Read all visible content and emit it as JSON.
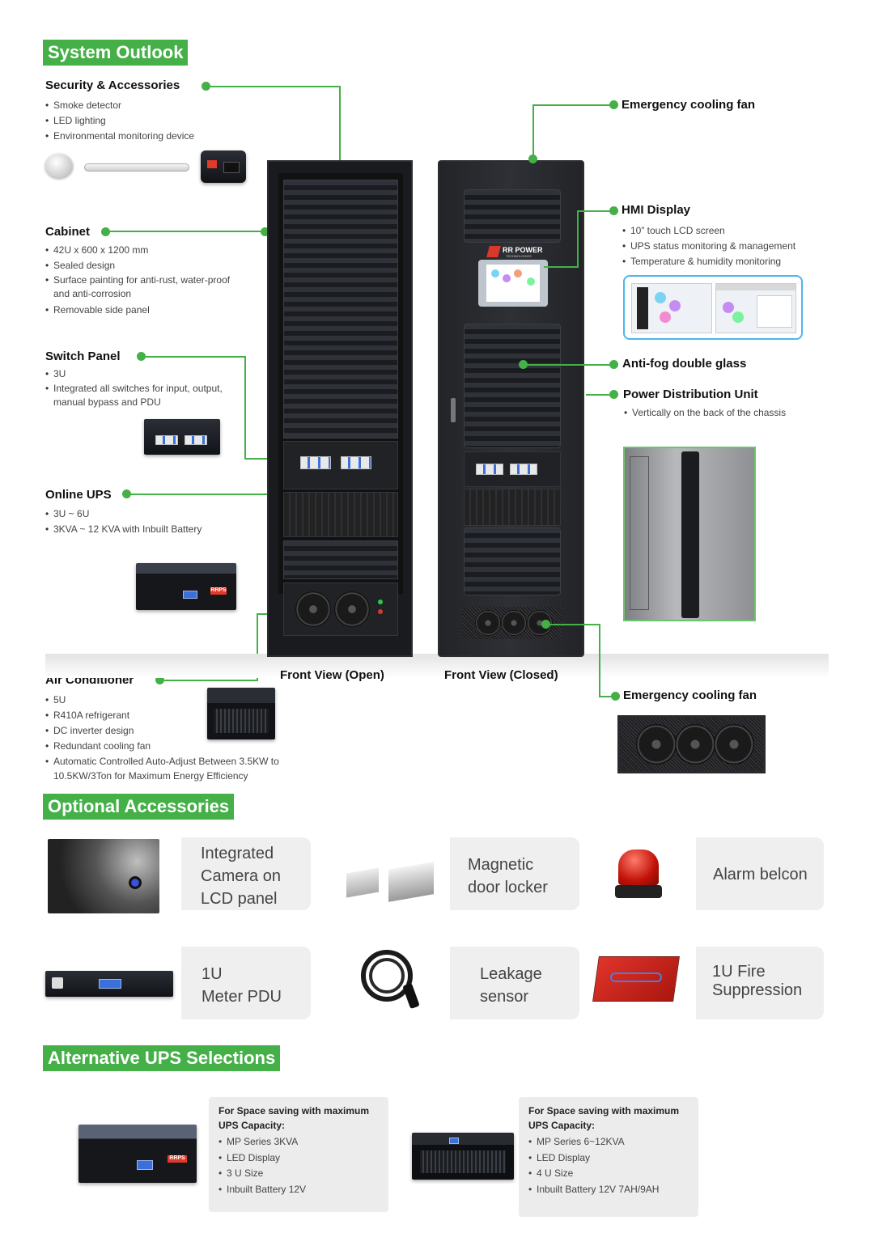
{
  "sections": {
    "system_outlook": "System Outlook",
    "optional_accessories": "Optional Accessories",
    "alternative_ups": "Alternative UPS Selections"
  },
  "security": {
    "title": "Security & Accessories",
    "items": [
      "Smoke detector",
      "LED lighting",
      "Environmental monitoring device"
    ]
  },
  "cabinet": {
    "title": "Cabinet",
    "items": [
      "42U x 600 x 1200 mm",
      "Sealed design",
      "Surface painting for anti-rust, water-proof and anti-corrosion",
      "Removable side panel"
    ]
  },
  "switch_panel": {
    "title": "Switch Panel",
    "items": [
      "3U",
      "Integrated all switches for input, output, manual bypass and PDU"
    ]
  },
  "online_ups": {
    "title": "Online UPS",
    "items": [
      "3U ~ 6U",
      "3KVA ~ 12 KVA with Inbuilt Battery"
    ]
  },
  "air_conditioner": {
    "title": "Air Conditioner",
    "items": [
      "5U",
      "R410A refrigerant",
      "DC inverter design",
      "Redundant cooling fan",
      "Automatic Controlled Auto-Adjust Between 3.5KW to 10.5KW/3Ton for Maximum Energy Efficiency"
    ]
  },
  "emergency_fan_top": {
    "title": "Emergency cooling fan"
  },
  "hmi": {
    "title": "HMI Display",
    "items": [
      "10” touch LCD screen",
      "UPS status monitoring & management",
      "Temperature & humidity monitoring"
    ]
  },
  "antifog": {
    "title": "Anti-fog double glass"
  },
  "pdu": {
    "title": "Power Distribution Unit",
    "items": [
      "Vertically on the back of the chassis"
    ]
  },
  "emergency_fan_bottom": {
    "title": "Emergency cooling fan"
  },
  "views": {
    "open": "Front View (Open)",
    "closed": "Front View (Closed)"
  },
  "brand": {
    "name": "RR POWER",
    "sub": "TECHNOLOGIES",
    "ups_logo": "RRPS"
  },
  "accessories": [
    {
      "label": "Integrated Camera on LCD panel",
      "lines": [
        "Integrated",
        "Camera on",
        "LCD panel"
      ]
    },
    {
      "label": "Magnetic door locker",
      "lines": [
        "Magnetic",
        "door locker"
      ]
    },
    {
      "label": "Alarm belcon",
      "lines": [
        "Alarm belcon"
      ]
    },
    {
      "label": "1U Meter PDU",
      "lines": [
        "1U",
        "Meter PDU"
      ]
    },
    {
      "label": "Leakage sensor",
      "lines": [
        "Leakage",
        "sensor"
      ]
    },
    {
      "label": "1U Fire Suppression",
      "lines": [
        "1U Fire",
        "Suppression"
      ]
    }
  ],
  "ups_options": [
    {
      "title": "For Space saving with maximum UPS Capacity:",
      "items": [
        "MP Series 3KVA",
        "LED Display",
        "3 U Size",
        "Inbuilt Battery 12V"
      ]
    },
    {
      "title": "For Space saving with maximum UPS Capacity:",
      "items": [
        "MP Series 6~12KVA",
        "LED Display",
        "4 U Size",
        "Inbuilt Battery 12V 7AH/9AH"
      ]
    }
  ],
  "colors": {
    "accent": "#44b047",
    "card": "#efefef",
    "hmi_border": "#4db7e8"
  }
}
